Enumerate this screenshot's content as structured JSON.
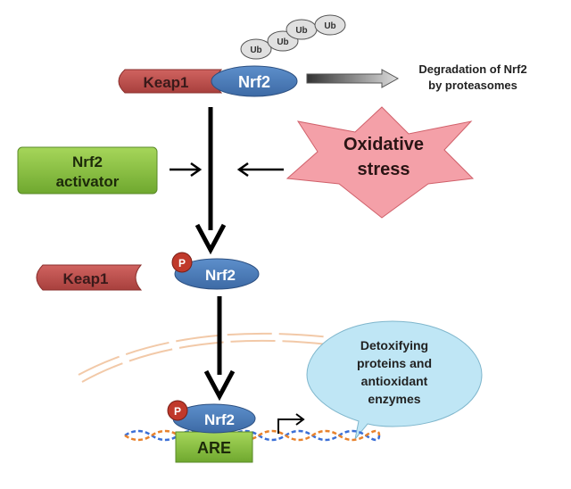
{
  "labels": {
    "ub": "Ub",
    "keap1": "Keap1",
    "nrf2": "Nrf2",
    "degradation_line1": "Degradation of Nrf2",
    "degradation_line2": "by proteasomes",
    "activator_line1": "Nrf2",
    "activator_line2": "activator",
    "stress_line1": "Oxidative",
    "stress_line2": "stress",
    "phospho": "P",
    "are": "ARE",
    "bubble_line1": "Detoxifying",
    "bubble_line2": "proteins and",
    "bubble_line3": "antioxidant",
    "bubble_line4": "enzymes"
  },
  "colors": {
    "keap1_red": "#c0504d",
    "nrf2_blue": "#4f81bd",
    "activator_green": "#8cc63f",
    "stress_pink": "#f4a0a8",
    "bubble_blue": "#bfe6f5",
    "phospho_red": "#c0392b",
    "ub_grey": "#e0e0e0",
    "dna_blue": "#3b6fd6",
    "dna_orange": "#e8822c"
  },
  "icons": [
    "phosphate-icon",
    "ubiquitin-icon",
    "transcription-arrow-icon",
    "dna-helix-icon"
  ]
}
